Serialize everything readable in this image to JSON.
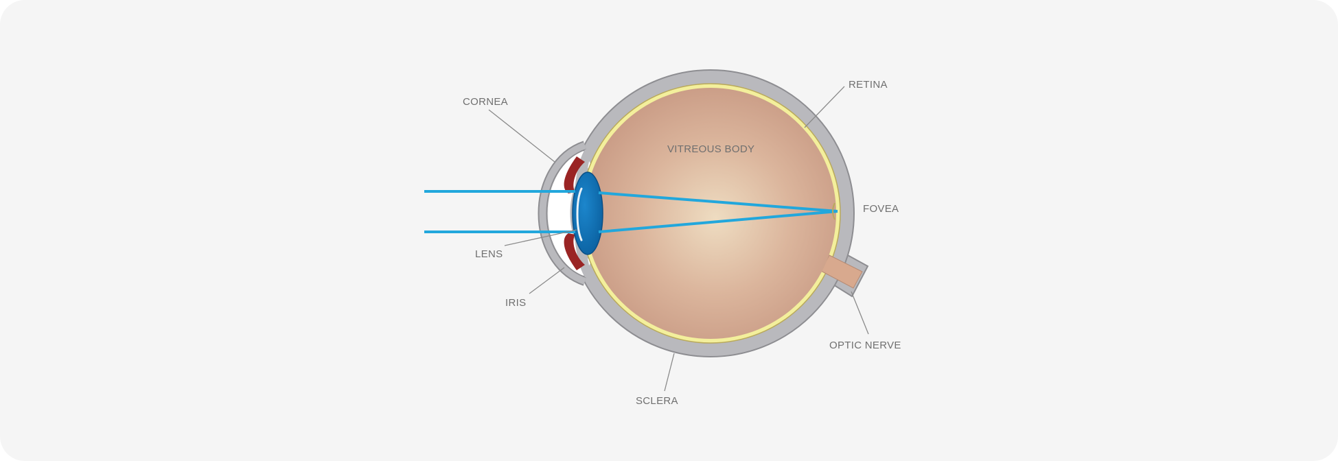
{
  "labels": {
    "cornea": "CORNEA",
    "retina": "RETINA",
    "vitreous_body": "VITREOUS BODY",
    "fovea": "FOVEA",
    "lens": "LENS",
    "iris": "IRIS",
    "optic_nerve": "OPTIC NERVE",
    "sclera": "SCLERA"
  },
  "colors": {
    "background": "#f5f5f5",
    "sclera": "#b9b9bd",
    "retina": "#f3ef9c",
    "vitreous_center": "#eddabf",
    "vitreous_edge": "#c99d86",
    "iris": "#9a2424",
    "lens": "#0d6fb5",
    "light_rays": "#22a7dc",
    "leader_lines": "#8a8a8a"
  }
}
